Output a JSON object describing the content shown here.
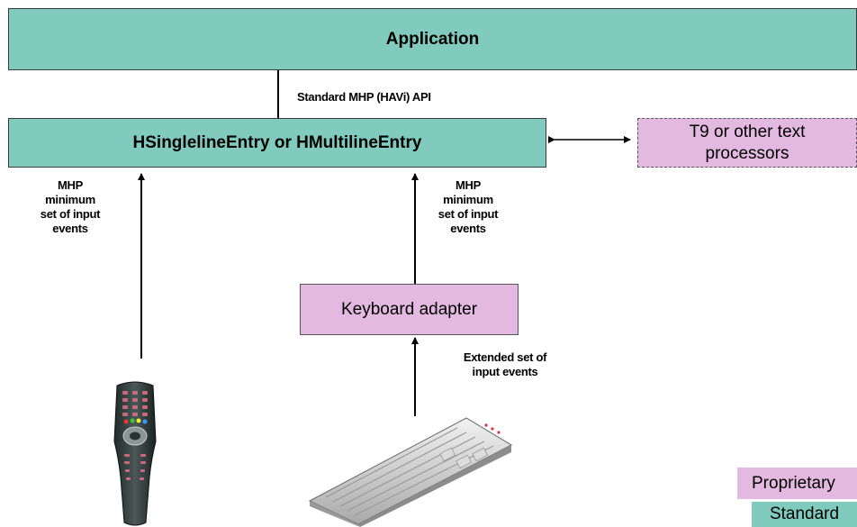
{
  "application": "Application",
  "api_label": "Standard MHP (HAVi) API",
  "entry": "HSinglelineEntry or HMultilineEntry",
  "text_processor": {
    "line1": "T9 or other text",
    "line2": "processors"
  },
  "mhp_events_left": [
    "MHP",
    "minimum",
    "set of input",
    "events"
  ],
  "mhp_events_right": [
    "MHP",
    "minimum",
    "set of input",
    "events"
  ],
  "keyboard_adapter": "Keyboard adapter",
  "extended_events": [
    "Extended set of",
    "input events"
  ],
  "legend": {
    "proprietary": "Proprietary",
    "standard": "Standard"
  },
  "colors": {
    "standard": "#80cbbd",
    "proprietary": "#e3b8e1"
  },
  "icons": {
    "remote": "remote-control-icon",
    "keyboard": "keyboard-icon"
  }
}
